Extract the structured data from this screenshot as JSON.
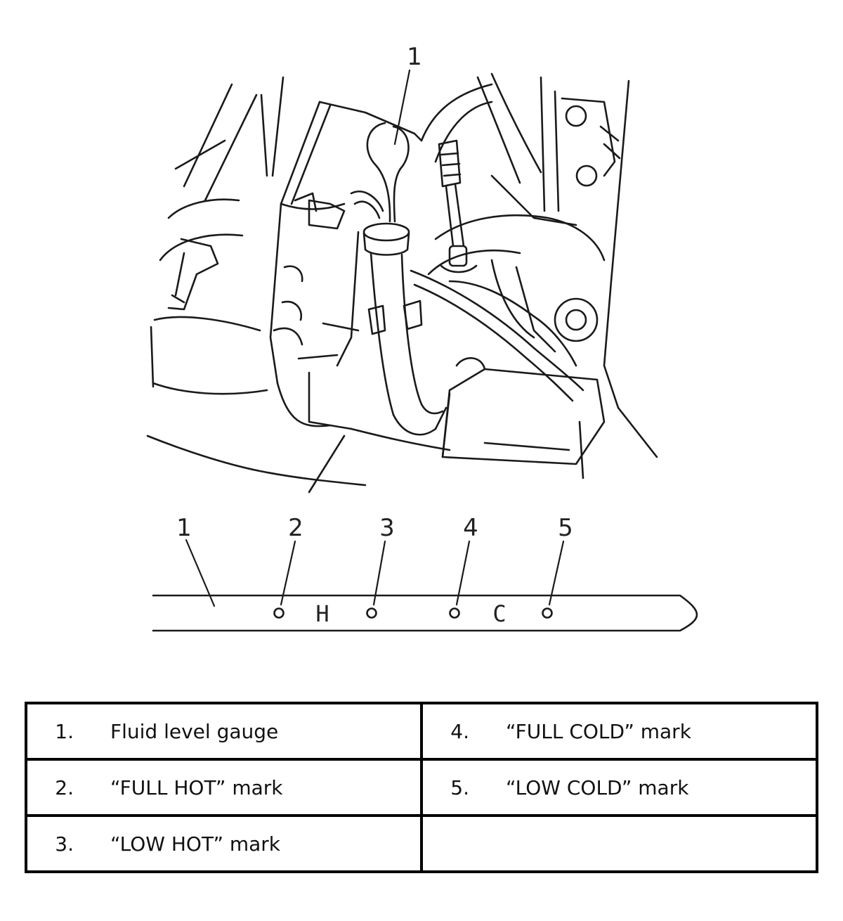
{
  "callouts": {
    "top": "1",
    "gauge": [
      "1",
      "2",
      "3",
      "4",
      "5"
    ]
  },
  "gauge_marks": {
    "hot": "H",
    "cold": "C"
  },
  "legend": [
    [
      {
        "num": "1.",
        "label": "Fluid level gauge"
      },
      {
        "num": "4.",
        "label": "“FULL COLD” mark"
      }
    ],
    [
      {
        "num": "2.",
        "label": "“FULL HOT” mark"
      },
      {
        "num": "5.",
        "label": "“LOW COLD” mark"
      }
    ],
    [
      {
        "num": "3.",
        "label": "“LOW HOT” mark"
      },
      {
        "num": "",
        "label": ""
      }
    ]
  ]
}
